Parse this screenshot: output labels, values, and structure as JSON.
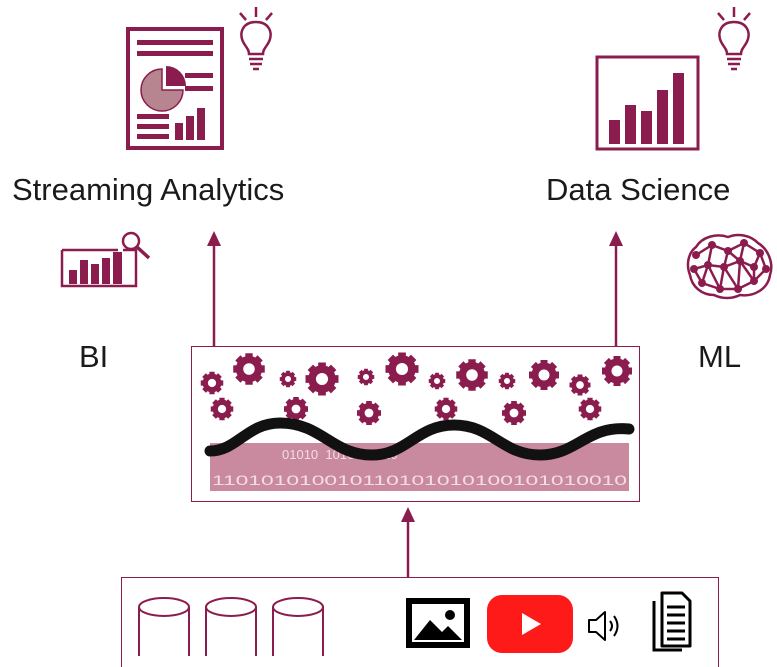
{
  "labels": {
    "streaming_analytics": "Streaming Analytics",
    "data_science": "Data Science",
    "bi": "BI",
    "ml": "ML"
  },
  "binary": {
    "row1": "01010  1010  10010",
    "row2": "110101010010110101010100101010010"
  },
  "colors": {
    "accent": "#8b1d4e",
    "accent_light": "#c9899f",
    "text": "#1a1a1a",
    "wave": "#111111"
  },
  "icons": {
    "top_left": "report-document-icon",
    "top_right": "chart-board-icon",
    "bulbs": "lightbulb-icon",
    "bi": "magnifier-chart-icon",
    "ml": "neural-network-brain-icon",
    "sources": [
      "database-icon",
      "database-icon",
      "database-icon",
      "image-icon",
      "video-play-icon",
      "audio-speaker-icon",
      "document-icon"
    ]
  }
}
